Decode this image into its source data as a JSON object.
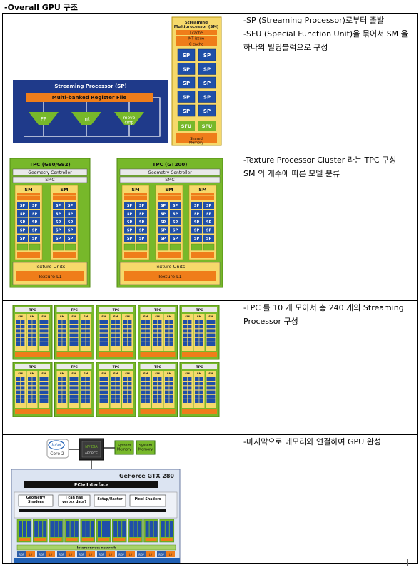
{
  "title": "-Overall GPU 구조",
  "rows": [
    {
      "lines": [
        "-SP (Streaming Processor)로부터 출발",
        "-SFU (Special Function Unit)을 묶어서 SM 을",
        "하나의 빌딩블럭으로 구성"
      ],
      "figure": {
        "sp_title": "Streaming Processor (SP)",
        "register_file": "Multi-banked Register File",
        "units": [
          "FP",
          "Int",
          "move\ncmp"
        ],
        "sm_title": "Streaming\nMultiprocessor (SM)",
        "sm_blocks": [
          "I cache",
          "MT issue",
          "C cache"
        ],
        "sp_label": "SP",
        "sfu_label": "SFU",
        "shared_memory": "Shared\nMemory"
      }
    },
    {
      "lines": [
        "-Texture Processor Cluster 라는 TPC 구성",
        " SM 의 개수에 따른 모델 분류"
      ],
      "figure": {
        "tpc_a": "TPC (G80/G92)",
        "tpc_b": "TPC (GT200)",
        "geometry": "Geometry Controller",
        "smc": "SMC",
        "sm": "SM",
        "texture_units": "Texture Units",
        "texture_l1": "Texture L1"
      }
    },
    {
      "lines": [
        "-TPC 를 10 개 모아서 총 240 개의 Streaming",
        " Processor 구성"
      ],
      "figure": {
        "tpc": "TPC",
        "sm": "SM"
      }
    },
    {
      "lines": [
        "-마지막으로 메모리와 연결하여 GPU 완성"
      ],
      "figure": {
        "intel": "intel",
        "core2": "Core 2",
        "nvidia": "NVIDIA",
        "nforce": "nFORCE",
        "system_memory": "System\nMemory",
        "gpu_name": "GeForce GTX 280",
        "pcie": "PCIe Interface",
        "stages": [
          "Geometry\nShaders",
          "I can has\nvertex data?",
          "Setup/Raster",
          "Pixel Shaders"
        ],
        "interconnect": "Interconnect network",
        "rop": "ROP",
        "l2": "L2"
      }
    }
  ]
}
